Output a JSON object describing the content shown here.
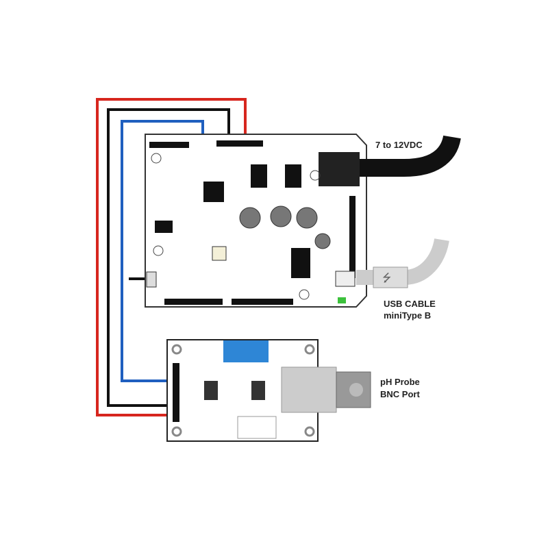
{
  "labels": {
    "power": "7 to 12VDC",
    "usb_line1": "USB CABLE",
    "usb_line2": "miniType B",
    "probe_line1": "pH Probe",
    "probe_line2": "BNC Port"
  },
  "colors": {
    "wire_red": "#d7261e",
    "wire_black": "#111111",
    "wire_blue": "#1f5fbf",
    "trimpot": "#2e86d6",
    "led_green": "#3cc13c"
  },
  "icons": [
    "usb-icon"
  ]
}
